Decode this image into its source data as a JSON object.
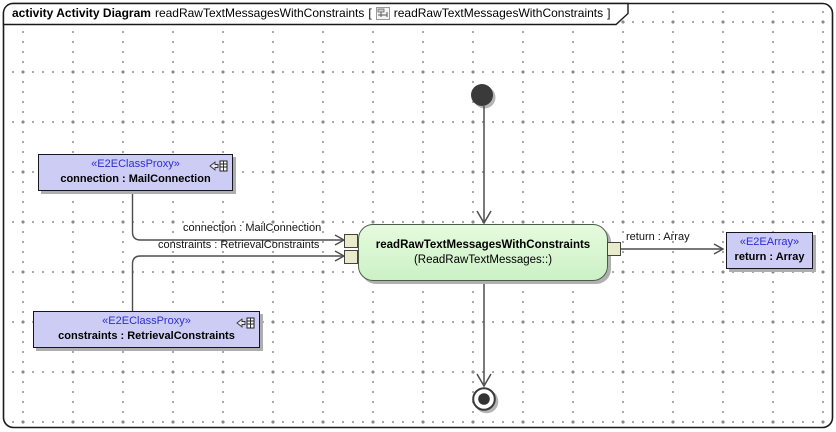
{
  "frame": {
    "title_keyword": "activity Activity Diagram",
    "title_name": "readRawTextMessagesWithConstraints",
    "title_bracket_open": "[",
    "title_context": "readRawTextMessagesWithConstraints",
    "title_bracket_close": "]"
  },
  "nodes": {
    "activity": {
      "name": "readRawTextMessagesWithConstraints",
      "qualifier": "(ReadRawTextMessages::)"
    },
    "connection_proxy": {
      "stereotype": "«E2EClassProxy»",
      "name": "connection : MailConnection"
    },
    "constraints_proxy": {
      "stereotype": "«E2EClassProxy»",
      "name": "constraints : RetrievalConstraints"
    },
    "return_array": {
      "stereotype": "«E2EArray»",
      "name": "return : Array"
    }
  },
  "edge_labels": {
    "connection": "connection : MailConnection",
    "constraints": "constraints : RetrievalConstraints",
    "return_edge": "return : Array"
  },
  "colors": {
    "proxy_fill": "#ccccf5",
    "activity_fill": "#d8f7d0",
    "activity_border": "#4c5b4c",
    "stereotype_text": "#2e2ed4",
    "pin_fill": "#eaeacd",
    "edge": "#4d4d4d",
    "grid_dot": "#9a9a9a",
    "shadow": "#b0b0b0"
  }
}
